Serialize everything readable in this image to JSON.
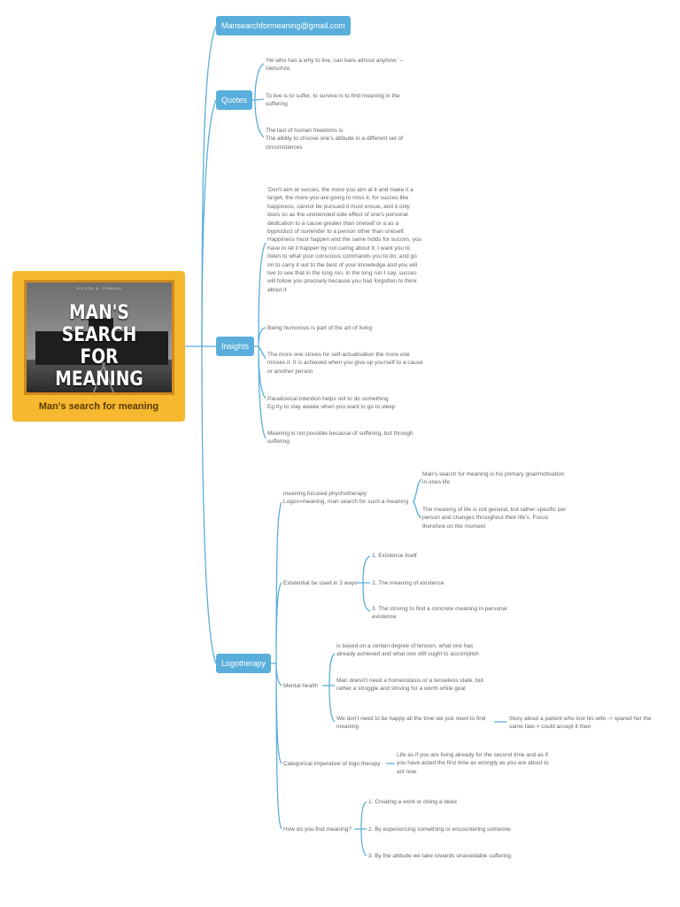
{
  "central": {
    "cover_small_text": "VIKTOR E. FRANKL",
    "cover_title": "MAN'S SEARCH\nFOR MEANING",
    "label": "Man's search for meaning"
  },
  "branches": {
    "email": "Mansearchformeaning@gmail.com",
    "quotes": "Quotes",
    "insights": "Insights",
    "logotherapy": "Logotherapy"
  },
  "quotes": [
    "'He who has a why to live, can bare almost anyhow,' –\nnietschze",
    "To live is to suffer, to survive is to find meaning in the\nsuffering",
    "The last of human freedoms is\nThe ability to choose one's attitude in a different set of\ncircumstances"
  ],
  "insights": [
    "'Don't aim at succes, the more you aim at it and make it a\ntarget, the more you are going to miss it, for succes like\nhappiness, cannot be pursued it must ensue, and it only\ndoes so as the unintended side effect of one's personal\ndedication to a cause greater than oneself or a as a\nbyproduct of surrender to a person other than oneself.\nHappiness must happen and the same holds for succes, you\nhave to let it happen by not caring about it. I want you to\nlisten to what your conscious commands you to do, and go\non to carry it out to the best of your knowledge and you will\nlive to see that in the long run, in the long run I say, succes\nwill follow you precisely because you had forgotten to think\nabout it",
    "Being humorous is part of the art of living",
    "The more one strives for self-actualisation the more one\nmisses it. It is achieved when you give up yourself to a cause\nor another person",
    "Paradoxical intention helps not to do something\nEg try to stay awake when you want to go to sleep",
    "Meaning is not possible because of suffering, but through\nsuffering"
  ],
  "logotherapy": {
    "focused": "meaning focused phychotherapy\nLogos=meaning, man search for such a meaning",
    "focused_children": [
      "Man's search for meaning is his primary goal/motivation\nin ones life",
      "The meaning of life is not general, but rather specific per\nperson and changes throughout their life's. Focus\ntherefore on the moment"
    ],
    "existential": "Existential be used in 3 ways",
    "existential_children": [
      "1. Existence itself",
      "2. The meaning of existence",
      "3. The striving to find a concrete meaning in personal\nexistence"
    ],
    "mental": "Mental health",
    "mental_children": [
      "is based on a certain degree of tension, what one has\nalready achieved and what one still ought to accomplish",
      "Man doesn't need a homeostasis or a tenseless state, but\nrather a struggle and striving for a worth while goal",
      "We don't need to be happy all the time we just need to find\nmeaning"
    ],
    "story": "Story about a patient who lost his wife -> spared her the\nsame fate-> could accept it then",
    "categorical": "Categorical imperative of logo therapy",
    "categorical_child": "Life as if you are living already for the second time and as if\nyou have acted the first time as wrongly as you are about to\nact now",
    "how": "How do you find meaning?",
    "how_children": [
      "1. Creating a work or doing a deed",
      "2. By experiencing something or encountering someone",
      "3. By the attitude we take towards unavoidable suffering"
    ]
  },
  "colors": {
    "link": "#5aaedb",
    "node": "#5aaedb",
    "central": "#f5b82e"
  }
}
